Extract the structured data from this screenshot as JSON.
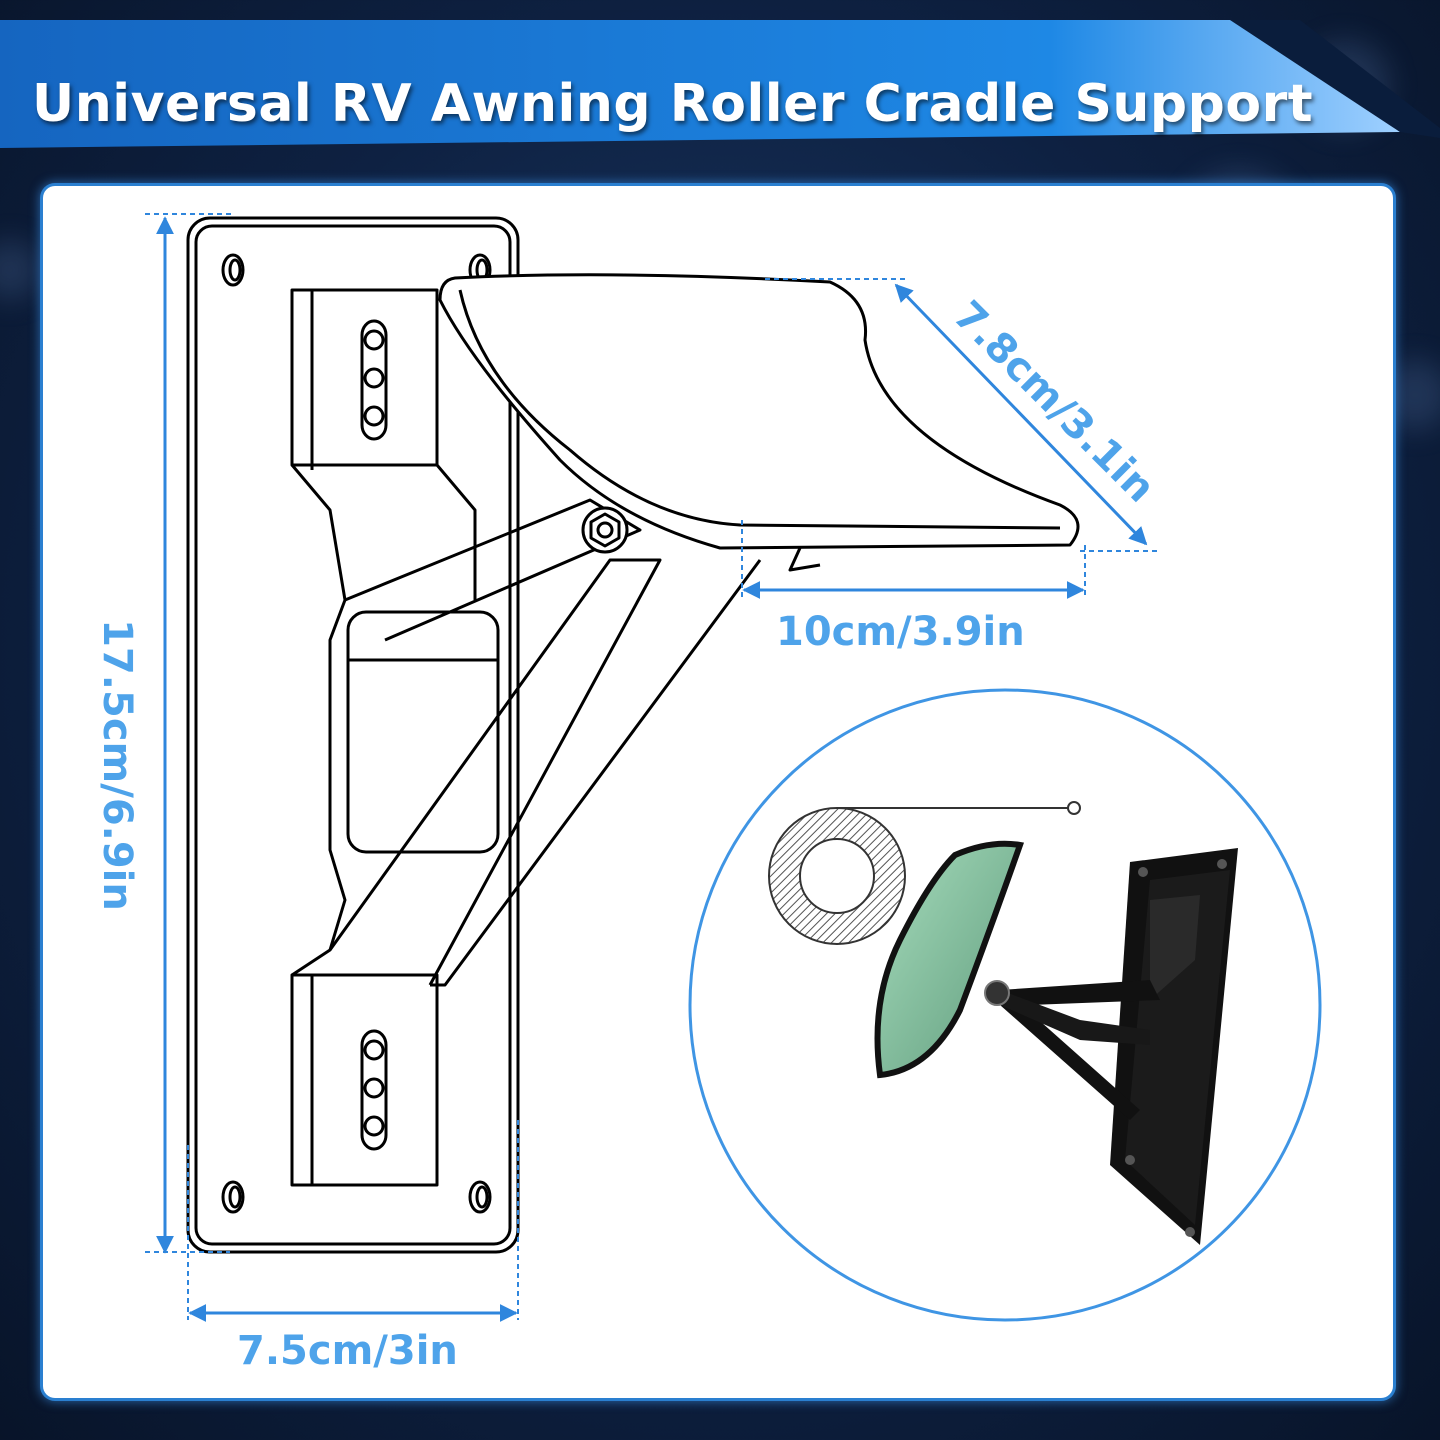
{
  "header": {
    "title": "Universal RV Awning Roller Cradle Support",
    "banner_color": "#1e7fd9"
  },
  "dimensions": {
    "height": "17.5cm/6.9in",
    "width": "7.5cm/3in",
    "cradle_depth": "10cm/3.9in",
    "cradle_length": "7.8cm/3.1in",
    "color": "#4ea3ea"
  },
  "product_photo": {
    "bracket_color": "#111111",
    "pad_color": "#8cc9a4",
    "callout": "foam-pad-cross-section"
  }
}
